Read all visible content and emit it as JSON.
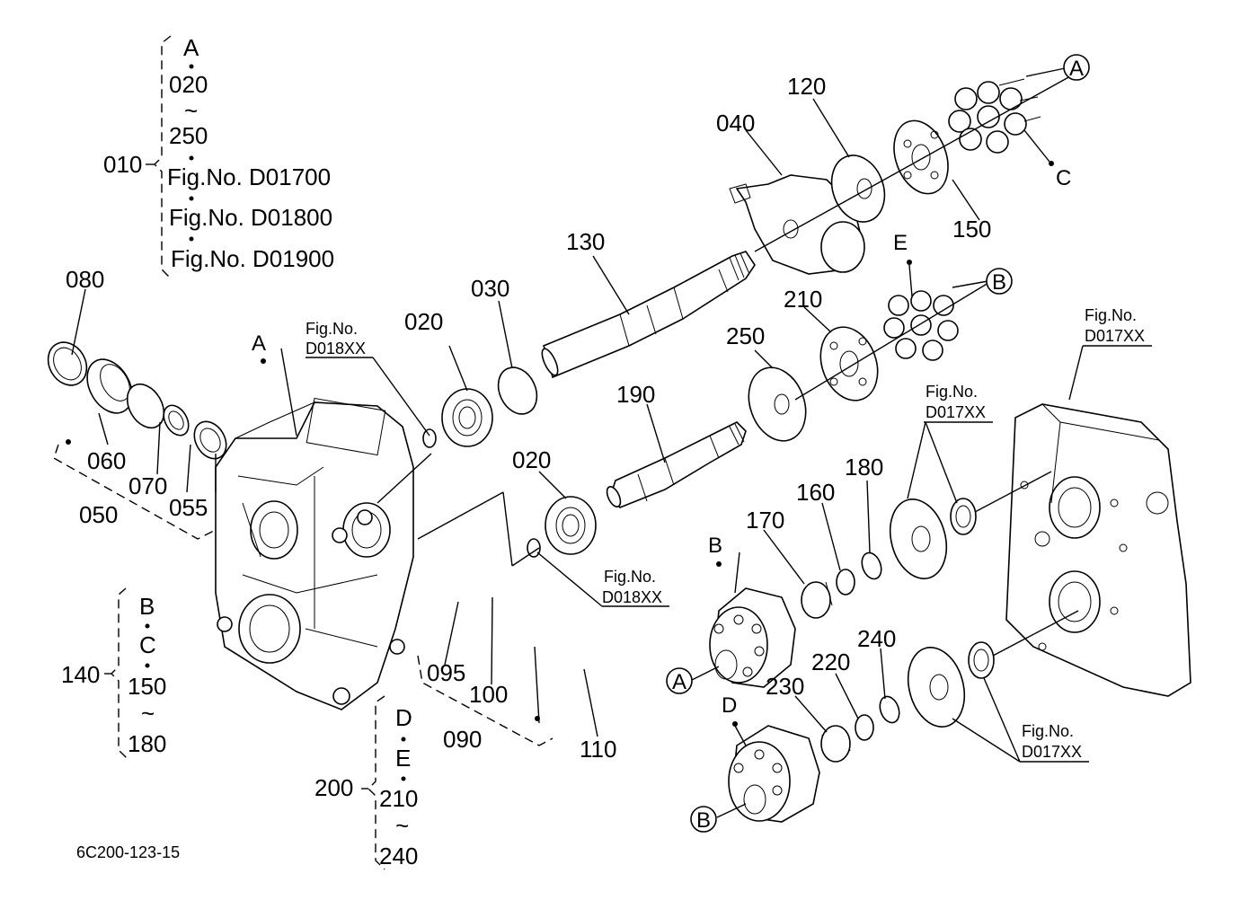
{
  "diagram_id": "6C200-123-15",
  "group_010": {
    "ref": "010",
    "lines": [
      "A",
      "020",
      "~",
      "250",
      "Fig.No.  D01700",
      "Fig.No.  D01800",
      "Fig.No.  D01900"
    ]
  },
  "group_140": {
    "ref": "140",
    "lines": [
      "B",
      "C",
      "150",
      "~",
      "180"
    ]
  },
  "group_200": {
    "ref": "200",
    "lines": [
      "D",
      "E",
      "210",
      "~",
      "240"
    ]
  },
  "group_050": {
    "ref": "050"
  },
  "group_090": {
    "ref": "090"
  },
  "parts": {
    "p020a": "020",
    "p020b": "020",
    "p030": "030",
    "p040": "040",
    "p055": "055",
    "p060": "060",
    "p070": "070",
    "p080": "080",
    "p095": "095",
    "p100": "100",
    "p110": "110",
    "p120": "120",
    "p130": "130",
    "p150": "150",
    "p160": "160",
    "p170": "170",
    "p180": "180",
    "p190": "190",
    "p210": "210",
    "p220": "220",
    "p230": "230",
    "p240": "240",
    "p250": "250"
  },
  "refs": {
    "fig_d018xx_1": [
      "Fig.No.",
      "D018XX"
    ],
    "fig_d018xx_2": [
      "Fig.No.",
      "D018XX"
    ],
    "fig_d017xx_1": [
      "Fig.No.",
      "D017XX"
    ],
    "fig_d017xx_2": [
      "Fig.No.",
      "D017XX"
    ],
    "fig_d017xx_3": [
      "Fig.No.",
      "D017XX"
    ]
  },
  "markers": {
    "A_housing": "A",
    "A_circle_top": "A",
    "C_top": "C",
    "E_top": "E",
    "B_circle_mid": "B",
    "B_cyl": "B",
    "A_circle_cyl": "A",
    "D_cyl": "D",
    "B_circle_bottom": "B"
  }
}
